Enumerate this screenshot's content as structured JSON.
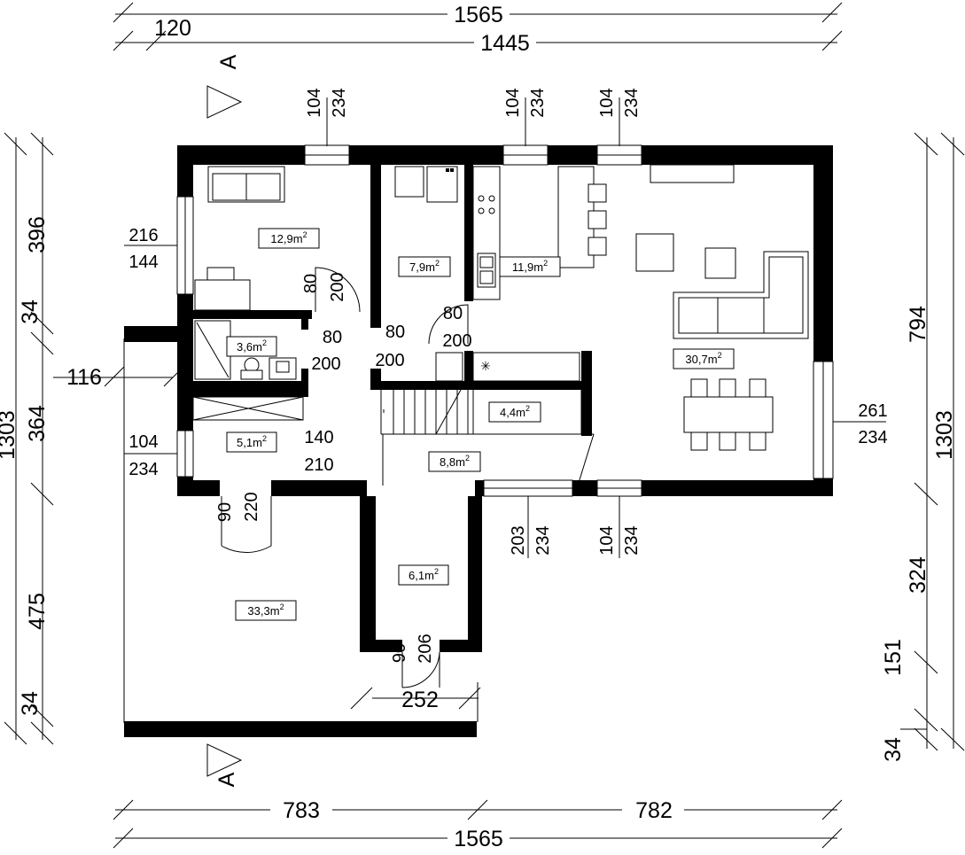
{
  "dimensions": {
    "top": {
      "total_outer": "1565",
      "offset": "120",
      "total_inner": "1445"
    },
    "bottom": {
      "left": "783",
      "right": "782",
      "total": "1565"
    },
    "left": {
      "total": "1303",
      "seg1": "396",
      "seg2": "34",
      "seg3": "364",
      "seg4": "475",
      "seg5": "34",
      "stub": "116"
    },
    "right": {
      "total_outer": "1303",
      "seg1": "794",
      "seg2": "324",
      "seg3": "151",
      "seg4": "34"
    },
    "garage_door_width": "252"
  },
  "section_marker": "A",
  "rooms": [
    {
      "id": "living-room",
      "area": "30,7",
      "unit": "m",
      "sup": "2"
    },
    {
      "id": "bedroom",
      "area": "12,9",
      "unit": "m",
      "sup": "2"
    },
    {
      "id": "kitchen",
      "area": "11,9",
      "unit": "m",
      "sup": "2"
    },
    {
      "id": "room-small",
      "area": "7,9",
      "unit": "m",
      "sup": "2"
    },
    {
      "id": "bathroom",
      "area": "3,6",
      "unit": "m",
      "sup": "2"
    },
    {
      "id": "entry",
      "area": "5,1",
      "unit": "m",
      "sup": "2"
    },
    {
      "id": "stairs",
      "area": "4,4",
      "unit": "m",
      "sup": "2"
    },
    {
      "id": "hall",
      "area": "8,8",
      "unit": "m",
      "sup": "2"
    },
    {
      "id": "storage",
      "area": "6,1",
      "unit": "m",
      "sup": "2"
    },
    {
      "id": "garage",
      "area": "33,3",
      "unit": "m",
      "sup": "2"
    }
  ],
  "windows": {
    "bedroom_top": {
      "w": "104",
      "h": "234"
    },
    "kitchen_top": {
      "w": "104",
      "h": "234"
    },
    "living_top": {
      "w": "104",
      "h": "234"
    },
    "bedroom_left": {
      "w": "216",
      "h": "144"
    },
    "entry_left": {
      "w": "104",
      "h": "234"
    },
    "living_right": {
      "w": "261",
      "h": "234"
    },
    "hall_bottom": {
      "w": "203",
      "h": "234"
    },
    "living_bottom": {
      "w": "104",
      "h": "234"
    }
  },
  "doors": {
    "bedroom": {
      "w": "80",
      "h": "200"
    },
    "bathroom": {
      "w": "80",
      "h": "200"
    },
    "room_left": {
      "w": "80",
      "h": "200"
    },
    "room_right": {
      "w": "80",
      "h": "200"
    },
    "entry_inner": {
      "w": "140",
      "h": "210"
    },
    "entry_main": {
      "w": "90",
      "h": "220"
    },
    "storage": {
      "w": "90",
      "h": "206"
    }
  }
}
